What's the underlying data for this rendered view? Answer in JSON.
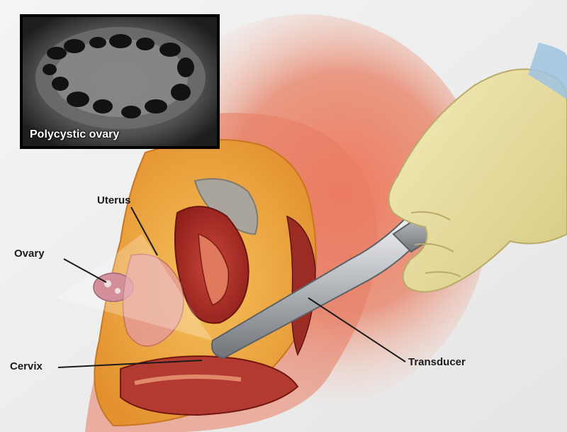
{
  "inset": {
    "caption": "Polycystic ovary"
  },
  "labels": {
    "uterus": "Uterus",
    "ovary": "Ovary",
    "cervix": "Cervix",
    "transducer": "Transducer"
  },
  "colors": {
    "background": "#f2f2f2",
    "skin_glow": "#e9705a",
    "tissue_orange": "#f0b24a",
    "tissue_red": "#b8322a",
    "glove": "#ecdf9a",
    "transducer_metal": "#b7b9bd",
    "ultrasound_frame": "#000000"
  }
}
